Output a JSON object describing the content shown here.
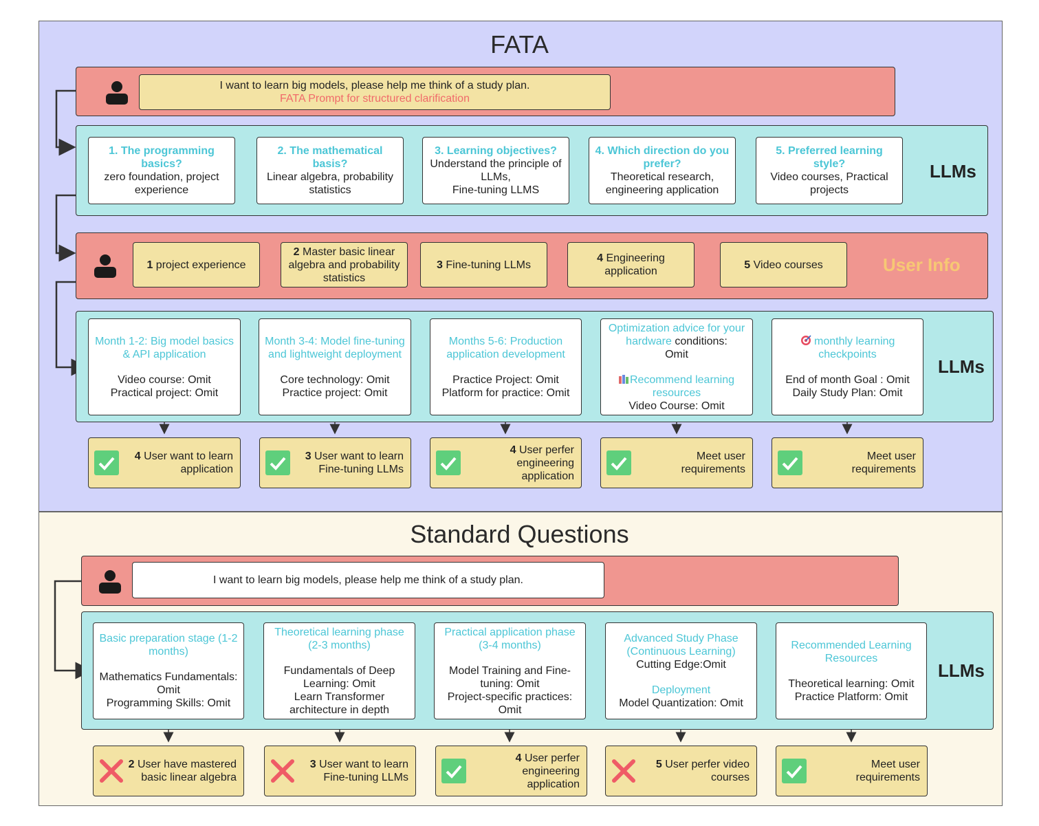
{
  "fata": {
    "title": "FATA",
    "prompt": {
      "line1": "I want to learn big models, please help me think of a study plan.",
      "line2": "FATA Prompt for structured clarification"
    },
    "llm_label": "LLMs",
    "questions": [
      {
        "q": "1. The programming basics?",
        "a": "zero foundation, project experience"
      },
      {
        "q": "2. The mathematical basis?",
        "a": "Linear algebra, probability statistics"
      },
      {
        "q": "3. Learning objectives?",
        "a1": "Understand the principle of LLMs,",
        "a2": "Fine-tuning LLMS"
      },
      {
        "q": "4. Which direction do you prefer?",
        "a": "Theoretical research, engineering application"
      },
      {
        "q": "5. Preferred learning style?",
        "a": "Video courses, Practical projects"
      }
    ],
    "user_info_label": "User Info",
    "user_info": [
      {
        "num": "1",
        "text": "project experience"
      },
      {
        "num": "2",
        "text": "Master basic linear algebra and probability statistics"
      },
      {
        "num": "3",
        "text": "Fine-tuning LLMs"
      },
      {
        "num": "4",
        "text": "Engineering application"
      },
      {
        "num": "5",
        "text": "Video courses"
      }
    ],
    "llm_label2": "LLMs",
    "plans": [
      {
        "title": "Month 1-2: Big model basics & API application",
        "l1": "Video course: Omit",
        "l2": "Practical project: Omit"
      },
      {
        "title": "Month 3-4: Model fine-tuning and lightweight deployment",
        "l1": "Core technology: Omit",
        "l2": "Practice project: Omit"
      },
      {
        "title": "Months 5-6: Production application development",
        "l1": "Practice Project: Omit",
        "l2": "Platform for practice: Omit"
      },
      {
        "title_a": "Optimization advice for your hardware",
        "title_b": " conditions:",
        "t_omit": "Omit",
        "title2": "Recommend learning resources",
        "l1": "Video Course: Omit"
      },
      {
        "title": "monthly learning checkpoints",
        "l1": "End of month Goal : Omit",
        "l2": "Daily Study Plan: Omit"
      }
    ],
    "results": [
      {
        "num": "4",
        "text": "User want to learn application",
        "status": "check"
      },
      {
        "num": "3",
        "text": "User want to learn Fine-tuning LLMs",
        "status": "check"
      },
      {
        "num": "4",
        "text": "User perfer engineering application",
        "status": "check"
      },
      {
        "num": "",
        "text": "Meet user requirements",
        "status": "check"
      },
      {
        "num": "",
        "text": "Meet user requirements",
        "status": "check"
      }
    ]
  },
  "standard": {
    "title": "Standard Questions",
    "prompt": "I want to learn big models, please help me think of a study plan.",
    "llm_label": "LLMs",
    "plans": [
      {
        "title": "Basic preparation stage (1-2 months)",
        "l1": "Mathematics Fundamentals: Omit",
        "l2": "Programming Skills: Omit"
      },
      {
        "title": "Theoretical learning phase (2-3 months)",
        "l1": "Fundamentals of Deep Learning: Omit",
        "l2": "Learn Transformer architecture in depth"
      },
      {
        "title": "Practical application phase (3-4 months)",
        "l1": "Model Training and Fine-tuning: Omit",
        "l2": "Project-specific practices: Omit"
      },
      {
        "title": "Advanced Study Phase (Continuous Learning)",
        "l1": "Cutting Edge:Omit",
        "title2": "Deployment",
        "l2": "Model Quantization: Omit"
      },
      {
        "title": "Recommended Learning Resources",
        "l1": "Theoretical learning: Omit",
        "l2": "Practice Platform: Omit"
      }
    ],
    "results": [
      {
        "num": "2",
        "text": "User have mastered basic linear algebra",
        "status": "cross"
      },
      {
        "num": "3",
        "text": "User want to learn Fine-tuning LLMs",
        "status": "cross"
      },
      {
        "num": "4",
        "text": "User perfer engineering application",
        "status": "check"
      },
      {
        "num": "5",
        "text": "User perfer video courses",
        "status": "cross"
      },
      {
        "num": "",
        "text": "Meet user requirements",
        "status": "check"
      }
    ]
  },
  "colors": {
    "fata_bg": "#d2d4fb",
    "standard_bg": "#fcf7e8",
    "red_band": "#f09690",
    "cyan_band": "#b4e9e9",
    "yellow_box": "#f3e3a4",
    "cyan_text": "#4cc6d6",
    "check_green": "#5fcf7c",
    "cross_red": "#ef5b66"
  },
  "icons": [
    "user-icon",
    "check-icon",
    "cross-icon",
    "target-icon",
    "books-icon"
  ]
}
